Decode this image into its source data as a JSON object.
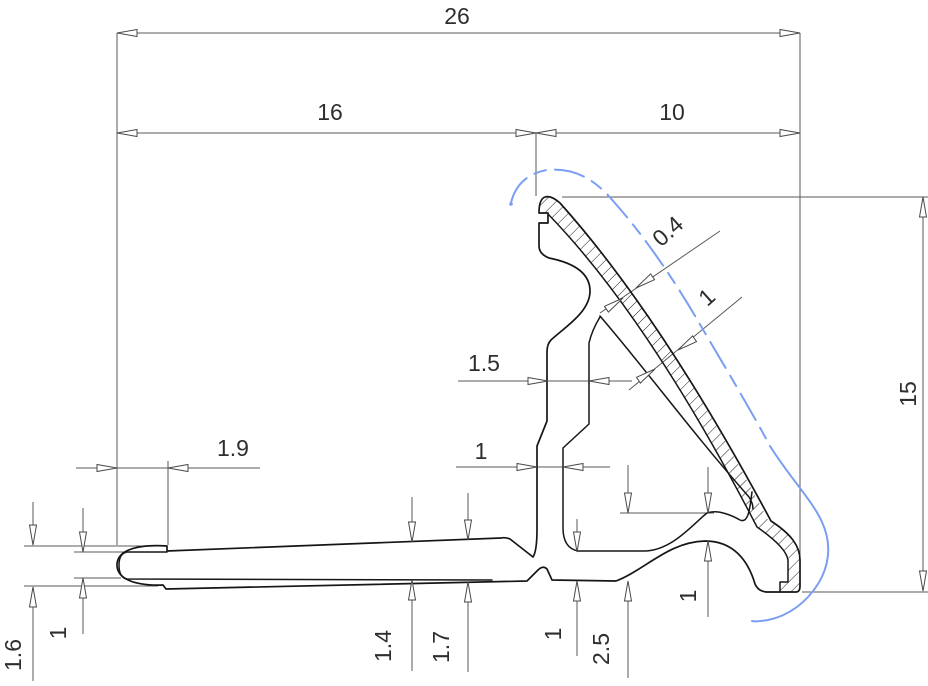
{
  "drawing": {
    "colors": {
      "outline": "#161616",
      "dimension_lines": "#5a5a5a",
      "reference_curve": "#7b9ef2",
      "background": "#ffffff"
    },
    "dims": {
      "overall_width": "26",
      "span_left": "16",
      "span_right": "10",
      "height_right": "15",
      "clip_setback": "1.9",
      "stem_upper_width": "1.5",
      "stem_lower_width": "1",
      "skin_thickness": "0.4",
      "wall_thickness": "1",
      "clip_outer_height": "1.6",
      "clip_slot_height": "1",
      "leg_thickness_a": "1.4",
      "leg_thickness_b": "1.7",
      "web_thickness": "1",
      "base_height": "2.5",
      "arch_wall_thickness": "1"
    }
  }
}
